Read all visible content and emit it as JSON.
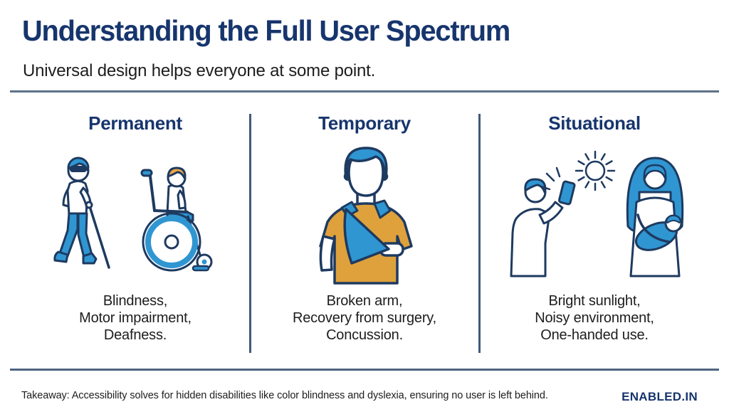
{
  "colors": {
    "title_navy": "#17356d",
    "outline_navy": "#1e3a60",
    "fill_blue": "#2f96d2",
    "fill_orange": "#e2a33c",
    "divider_slate": "#4e6380",
    "text_dark": "#1d1d1f"
  },
  "header": {
    "title": "Understanding the Full User Spectrum",
    "subtitle": "Universal design helps everyone at some point."
  },
  "columns": [
    {
      "label": "Permanent",
      "icon": "blind-person-and-wheelchair-user-icon",
      "lines": [
        "Blindness,",
        "Motor impairment,",
        "Deafness."
      ]
    },
    {
      "label": "Temporary",
      "icon": "person-with-arm-sling-icon",
      "lines": [
        "Broken arm,",
        "Recovery from surgery,",
        "Concussion."
      ]
    },
    {
      "label": "Situational",
      "icon": "sunlight-phone-and-parent-with-baby-icon",
      "lines": [
        "Bright sunlight,",
        "Noisy environment,",
        "One-handed use."
      ]
    }
  ],
  "footer": {
    "takeaway": "Takeaway: Accessibility solves for hidden disabilities like color blindness and dyslexia, ensuring no user is left behind.",
    "brand": "ENABLED.IN"
  }
}
